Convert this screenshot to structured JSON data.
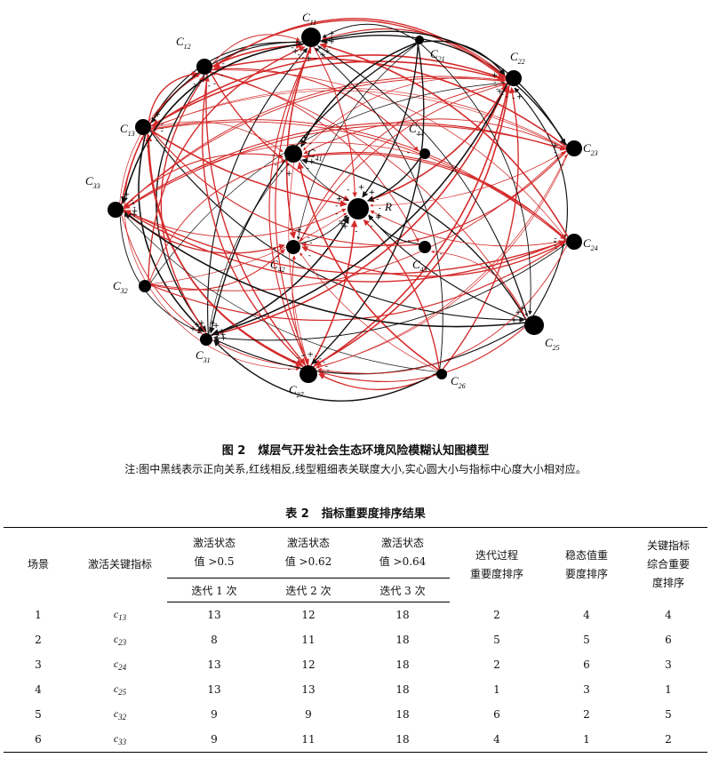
{
  "figure": {
    "number": "图 2",
    "title": "煤层气开发社会生态环境风险模糊认知图模型",
    "note": "注:图中黑线表示正向关系,红线相反,线型粗细表关联度大小,实心圆大小与指标中心度大小相对应。",
    "colors": {
      "positive": "#111111",
      "negative": "#d42a2a",
      "node": "#000000"
    },
    "nodes": [
      {
        "id": "C11",
        "base": "C",
        "sub": "11",
        "size": 11
      },
      {
        "id": "C12",
        "base": "C",
        "sub": "12",
        "size": 9
      },
      {
        "id": "C13",
        "base": "C",
        "sub": "13",
        "size": 9
      },
      {
        "id": "C21",
        "base": "C",
        "sub": "21",
        "size": 5
      },
      {
        "id": "C22",
        "base": "C",
        "sub": "22",
        "size": 9
      },
      {
        "id": "C23",
        "base": "C",
        "sub": "23",
        "size": 9
      },
      {
        "id": "C24",
        "base": "C",
        "sub": "24",
        "size": 9
      },
      {
        "id": "C25",
        "base": "C",
        "sub": "25",
        "size": 11
      },
      {
        "id": "C26",
        "base": "C",
        "sub": "26",
        "size": 6
      },
      {
        "id": "C27",
        "base": "C",
        "sub": "27",
        "size": 10
      },
      {
        "id": "C31",
        "base": "C",
        "sub": "31",
        "size": 7
      },
      {
        "id": "C32",
        "base": "C",
        "sub": "32",
        "size": 7
      },
      {
        "id": "C33",
        "base": "C",
        "sub": "33",
        "size": 9
      },
      {
        "id": "C41",
        "base": "C",
        "sub": "41",
        "size": 10
      },
      {
        "id": "C42",
        "base": "C",
        "sub": "42",
        "size": 8
      },
      {
        "id": "C43",
        "base": "C",
        "sub": "43",
        "size": 7
      },
      {
        "id": "C44",
        "base": "C",
        "sub": "44",
        "size": 6
      },
      {
        "id": "R",
        "base": "R",
        "sub": "",
        "size": 12
      }
    ],
    "edges": [
      [
        "C13",
        "C11",
        "p"
      ],
      [
        "C13",
        "C22",
        "n"
      ],
      [
        "C13",
        "C23",
        "n"
      ],
      [
        "C13",
        "C24",
        "n"
      ],
      [
        "C13",
        "C25",
        "p"
      ],
      [
        "C13",
        "C27",
        "n"
      ],
      [
        "C13",
        "R",
        "n"
      ],
      [
        "C13",
        "C41",
        "n"
      ],
      [
        "C13",
        "C31",
        "p"
      ],
      [
        "C13",
        "C12",
        "n"
      ],
      [
        "C12",
        "C11",
        "n"
      ],
      [
        "C12",
        "C22",
        "n"
      ],
      [
        "C12",
        "C27",
        "n"
      ],
      [
        "C12",
        "R",
        "n"
      ],
      [
        "C12",
        "C44",
        "n"
      ],
      [
        "C12",
        "C43",
        "n"
      ],
      [
        "C12",
        "C31",
        "p"
      ],
      [
        "C12",
        "C24",
        "n"
      ],
      [
        "C33",
        "C11",
        "n"
      ],
      [
        "C33",
        "C22",
        "n"
      ],
      [
        "C33",
        "C23",
        "n"
      ],
      [
        "C33",
        "C24",
        "n"
      ],
      [
        "C33",
        "R",
        "n"
      ],
      [
        "C33",
        "C41",
        "n"
      ],
      [
        "C33",
        "C42",
        "n"
      ],
      [
        "C33",
        "C31",
        "p"
      ],
      [
        "C33",
        "C27",
        "n"
      ],
      [
        "C33",
        "C12",
        "n"
      ],
      [
        "C32",
        "C11",
        "n"
      ],
      [
        "C32",
        "C22",
        "p"
      ],
      [
        "C32",
        "C23",
        "n"
      ],
      [
        "C32",
        "C24",
        "n"
      ],
      [
        "C32",
        "R",
        "n"
      ],
      [
        "C32",
        "C27",
        "n"
      ],
      [
        "C32",
        "C42",
        "n"
      ],
      [
        "C32",
        "C41",
        "n"
      ],
      [
        "C32",
        "C13",
        "n"
      ],
      [
        "C31",
        "C11",
        "p"
      ],
      [
        "C31",
        "C22",
        "n"
      ],
      [
        "C31",
        "C41",
        "p"
      ],
      [
        "C31",
        "R",
        "p"
      ],
      [
        "C31",
        "C12",
        "n"
      ],
      [
        "C27",
        "C11",
        "n"
      ],
      [
        "C27",
        "C22",
        "n"
      ],
      [
        "C27",
        "C23",
        "n"
      ],
      [
        "C27",
        "R",
        "n"
      ],
      [
        "C27",
        "C12",
        "n"
      ],
      [
        "C27",
        "C13",
        "n"
      ],
      [
        "C27",
        "C42",
        "n"
      ],
      [
        "C26",
        "C11",
        "p"
      ],
      [
        "C26",
        "C22",
        "n"
      ],
      [
        "C26",
        "C41",
        "n"
      ],
      [
        "C26",
        "R",
        "n"
      ],
      [
        "C26",
        "C27",
        "n"
      ],
      [
        "C26",
        "C31",
        "p"
      ],
      [
        "C26",
        "C42",
        "n"
      ],
      [
        "C26",
        "C33",
        "p"
      ],
      [
        "C25",
        "C11",
        "p"
      ],
      [
        "C25",
        "C41",
        "p"
      ],
      [
        "C25",
        "C27",
        "n"
      ],
      [
        "C25",
        "C31",
        "p"
      ],
      [
        "C25",
        "C33",
        "p"
      ],
      [
        "C25",
        "C12",
        "n"
      ],
      [
        "C25",
        "C43",
        "n"
      ],
      [
        "C25",
        "C22",
        "p"
      ],
      [
        "C25",
        "R",
        "p"
      ],
      [
        "C24",
        "C11",
        "n"
      ],
      [
        "C24",
        "C33",
        "n"
      ],
      [
        "C24",
        "C42",
        "n"
      ],
      [
        "C24",
        "C13",
        "n"
      ],
      [
        "C24",
        "R",
        "n"
      ],
      [
        "C24",
        "C27",
        "n"
      ],
      [
        "C24",
        "C31",
        "p"
      ],
      [
        "C24",
        "C41",
        "n"
      ],
      [
        "C23",
        "C11",
        "p"
      ],
      [
        "C23",
        "C13",
        "n"
      ],
      [
        "C23",
        "C33",
        "n"
      ],
      [
        "C23",
        "C41",
        "n"
      ],
      [
        "C23",
        "R",
        "n"
      ],
      [
        "C23",
        "C42",
        "n"
      ],
      [
        "C23",
        "C27",
        "n"
      ],
      [
        "C23",
        "C12",
        "n"
      ],
      [
        "C22",
        "C11",
        "n"
      ],
      [
        "C22",
        "C13",
        "n"
      ],
      [
        "C22",
        "C33",
        "n"
      ],
      [
        "C22",
        "C41",
        "n"
      ],
      [
        "C22",
        "R",
        "n"
      ],
      [
        "C22",
        "C42",
        "n"
      ],
      [
        "C22",
        "C27",
        "n"
      ],
      [
        "C22",
        "C31",
        "p"
      ],
      [
        "C22",
        "C12",
        "n"
      ],
      [
        "C21",
        "C11",
        "p"
      ],
      [
        "C21",
        "C41",
        "p"
      ],
      [
        "C21",
        "C27",
        "p"
      ],
      [
        "C21",
        "R",
        "p"
      ],
      [
        "C21",
        "C42",
        "p"
      ],
      [
        "C21",
        "C31",
        "p"
      ],
      [
        "C21",
        "C25",
        "p"
      ],
      [
        "C21",
        "C22",
        "p"
      ],
      [
        "C11",
        "C13",
        "p"
      ],
      [
        "C11",
        "C33",
        "p"
      ],
      [
        "C11",
        "C23",
        "p"
      ],
      [
        "C11",
        "R",
        "n"
      ],
      [
        "C11",
        "C42",
        "n"
      ],
      [
        "C11",
        "C27",
        "n"
      ],
      [
        "C11",
        "C25",
        "p"
      ],
      [
        "C41",
        "C27",
        "n"
      ],
      [
        "C41",
        "R",
        "p"
      ],
      [
        "C41",
        "C24",
        "n"
      ],
      [
        "C42",
        "C22",
        "n"
      ],
      [
        "C42",
        "R",
        "p"
      ],
      [
        "C44",
        "C33",
        "n"
      ],
      [
        "C44",
        "R",
        "p"
      ],
      [
        "C43",
        "R",
        "p"
      ],
      [
        "C43",
        "C13",
        "n"
      ]
    ]
  },
  "table": {
    "number": "表 2",
    "title": "指标重要度排序结果",
    "headers": {
      "scene": "场景",
      "indicator": "激活关键指标",
      "act1_a": "激活状态",
      "act1_b": "值 >0.5",
      "act2_a": "激活状态",
      "act2_b": "值 >0.62",
      "act3_a": "激活状态",
      "act3_b": "值 >0.64",
      "iter1": "迭代 1 次",
      "iter2": "迭代 2 次",
      "iter3": "迭代 3 次",
      "process_a": "迭代过程",
      "process_b": "重要度排序",
      "steady_a": "稳态值重",
      "steady_b": "要度排序",
      "key_a": "关键指标",
      "key_b": "综合重要",
      "key_c": "度排序"
    },
    "rows": [
      {
        "scene": "1",
        "ind_base": "c",
        "ind_sub": "13",
        "i1": "13",
        "i2": "12",
        "i3": "18",
        "process": "2",
        "steady": "4",
        "key": "4"
      },
      {
        "scene": "2",
        "ind_base": "c",
        "ind_sub": "23",
        "i1": "8",
        "i2": "11",
        "i3": "18",
        "process": "5",
        "steady": "5",
        "key": "6"
      },
      {
        "scene": "3",
        "ind_base": "c",
        "ind_sub": "24",
        "i1": "13",
        "i2": "12",
        "i3": "18",
        "process": "2",
        "steady": "6",
        "key": "3"
      },
      {
        "scene": "4",
        "ind_base": "c",
        "ind_sub": "25",
        "i1": "13",
        "i2": "13",
        "i3": "18",
        "process": "1",
        "steady": "3",
        "key": "1"
      },
      {
        "scene": "5",
        "ind_base": "c",
        "ind_sub": "32",
        "i1": "9",
        "i2": "9",
        "i3": "18",
        "process": "6",
        "steady": "2",
        "key": "5"
      },
      {
        "scene": "6",
        "ind_base": "c",
        "ind_sub": "33",
        "i1": "9",
        "i2": "11",
        "i3": "18",
        "process": "4",
        "steady": "1",
        "key": "2"
      }
    ]
  }
}
